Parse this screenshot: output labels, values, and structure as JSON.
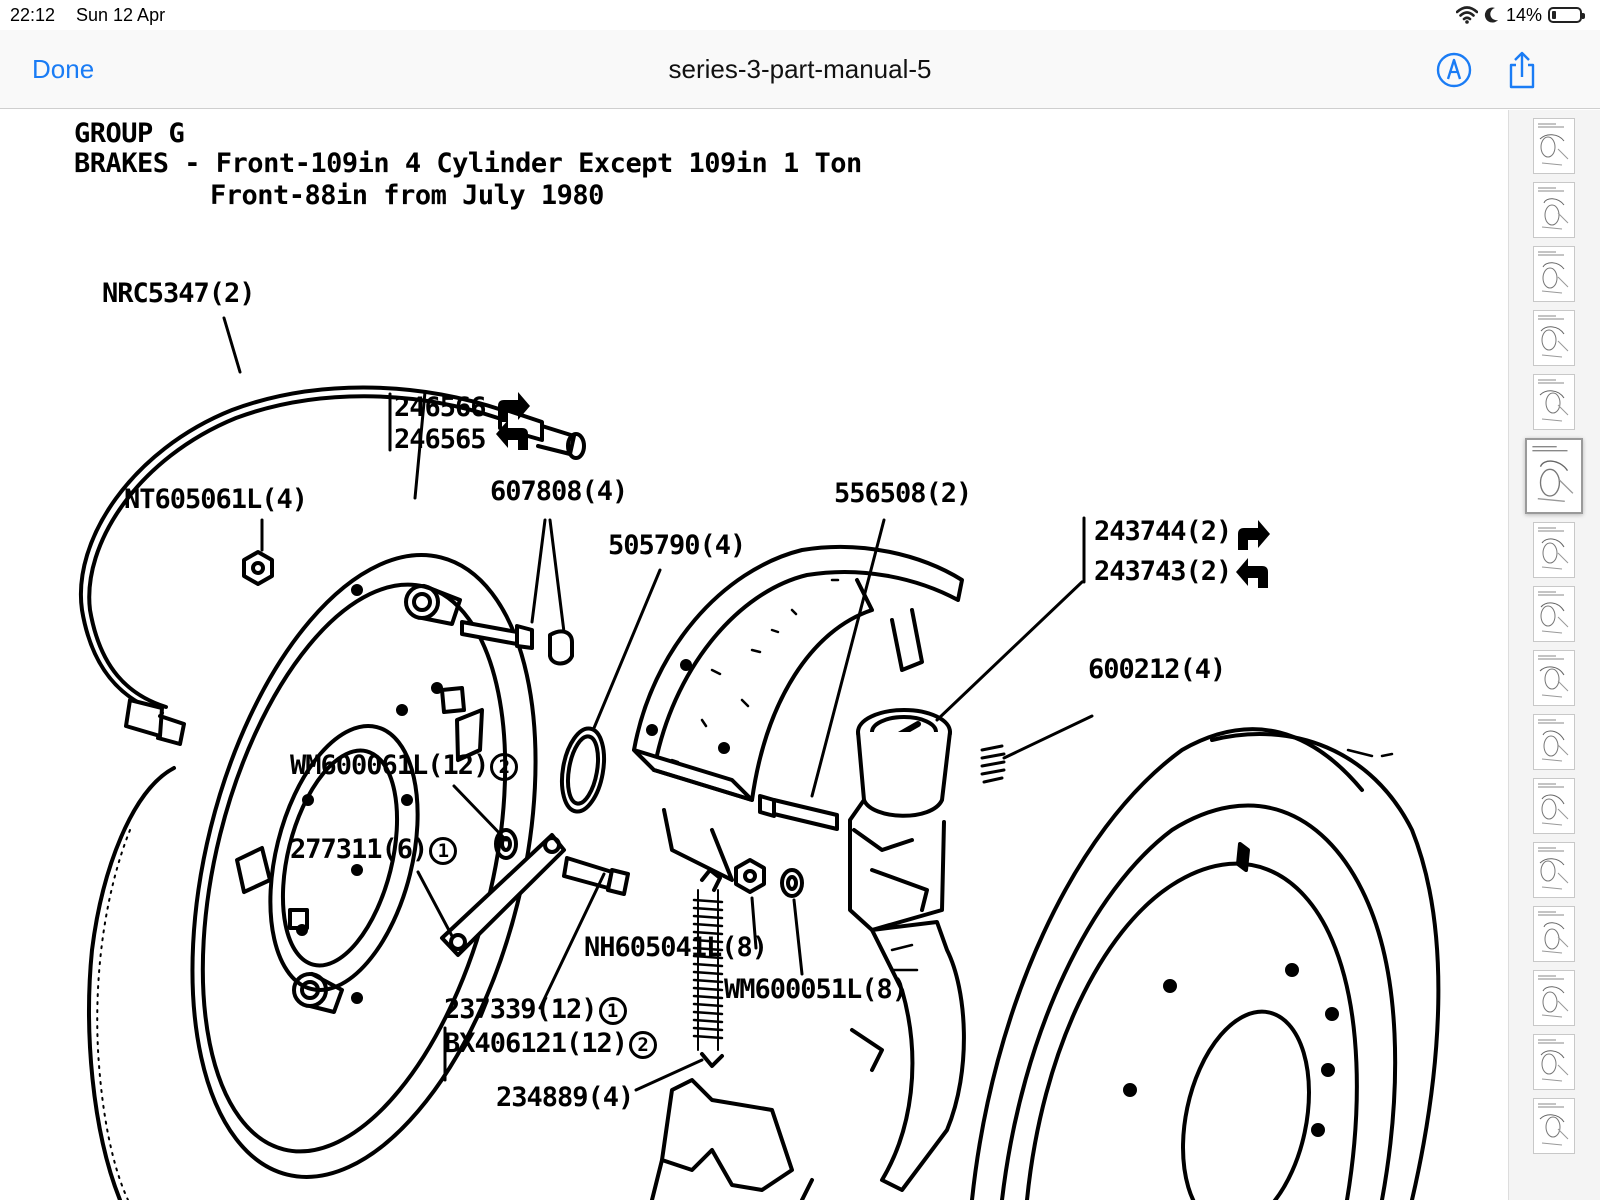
{
  "status_bar": {
    "time": "22:12",
    "date": "Sun 12 Apr",
    "battery": "14%",
    "battery_level": 0.14
  },
  "nav": {
    "done_label": "Done",
    "title": "series-3-part-manual-5",
    "markup_icon": "markup-pen-icon",
    "share_icon": "share-icon"
  },
  "page": {
    "group": "GROUP G",
    "title_line1": "BRAKES - Front-109in 4 Cylinder Except 109in 1 Ton",
    "title_line2": "Front-88in from July 1980"
  },
  "part_labels": {
    "nrc5347": "NRC5347(2)",
    "p246566": "246566",
    "p246565": "246565",
    "nt605061l": "NT605061L(4)",
    "p607808": "607808(4)",
    "p505790": "505790(4)",
    "p556508": "556508(2)",
    "p243744": "243744(2)",
    "p243743": "243743(2)",
    "p600212": "600212(4)",
    "wm600061l": "WM600061L(12)",
    "p277311": "277311(6)",
    "nh605041l": "NH605041L(8)",
    "wm600051l": "WM600051L(8)",
    "p237339": "237339(12)",
    "bx406121": "BX406121(12)",
    "p234889": "234889(4)"
  },
  "note_markers": {
    "one": "1",
    "two": "2"
  },
  "thumbnails": {
    "count": 16,
    "active_index": 5
  }
}
